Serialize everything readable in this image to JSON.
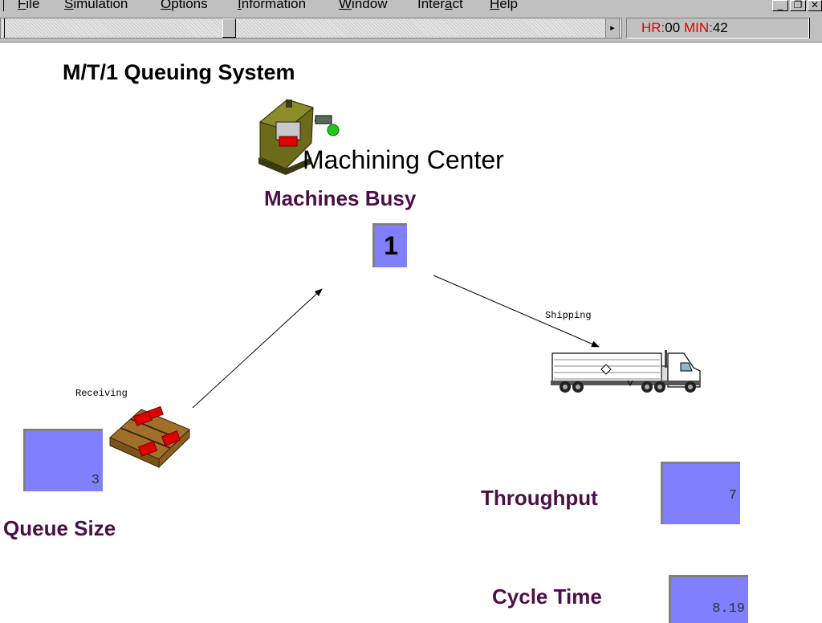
{
  "menu": {
    "file": "ile",
    "file_key": "F",
    "simulation": "imulation",
    "simulation_key": "S",
    "options": "ptions",
    "options_key": "O",
    "information": "nformation",
    "information_key": "I",
    "window": "indow",
    "window_key": "W",
    "interact_pre": "Inter",
    "interact_key": "a",
    "interact_post": "ct",
    "help": "elp",
    "help_key": "H"
  },
  "clock": {
    "hr_label": "HR:",
    "hr_value": "00",
    "min_label": "MIN:",
    "min_value": "42"
  },
  "title": "M/T/1 Queuing System",
  "machining_center": "Machining Center",
  "machines_busy": {
    "label": "Machines Busy",
    "value": "1"
  },
  "receiving_label": "Receiving",
  "shipping_label": "Shipping",
  "queue_size": {
    "label": "Queue Size",
    "value": "3"
  },
  "throughput": {
    "label": "Throughput",
    "value": "7"
  },
  "cycle_time": {
    "label": "Cycle Time",
    "value": "8.19"
  },
  "colors": {
    "stat_purple": "#4b0f46",
    "value_box": "#8080ff",
    "clock_red": "#e00000"
  }
}
